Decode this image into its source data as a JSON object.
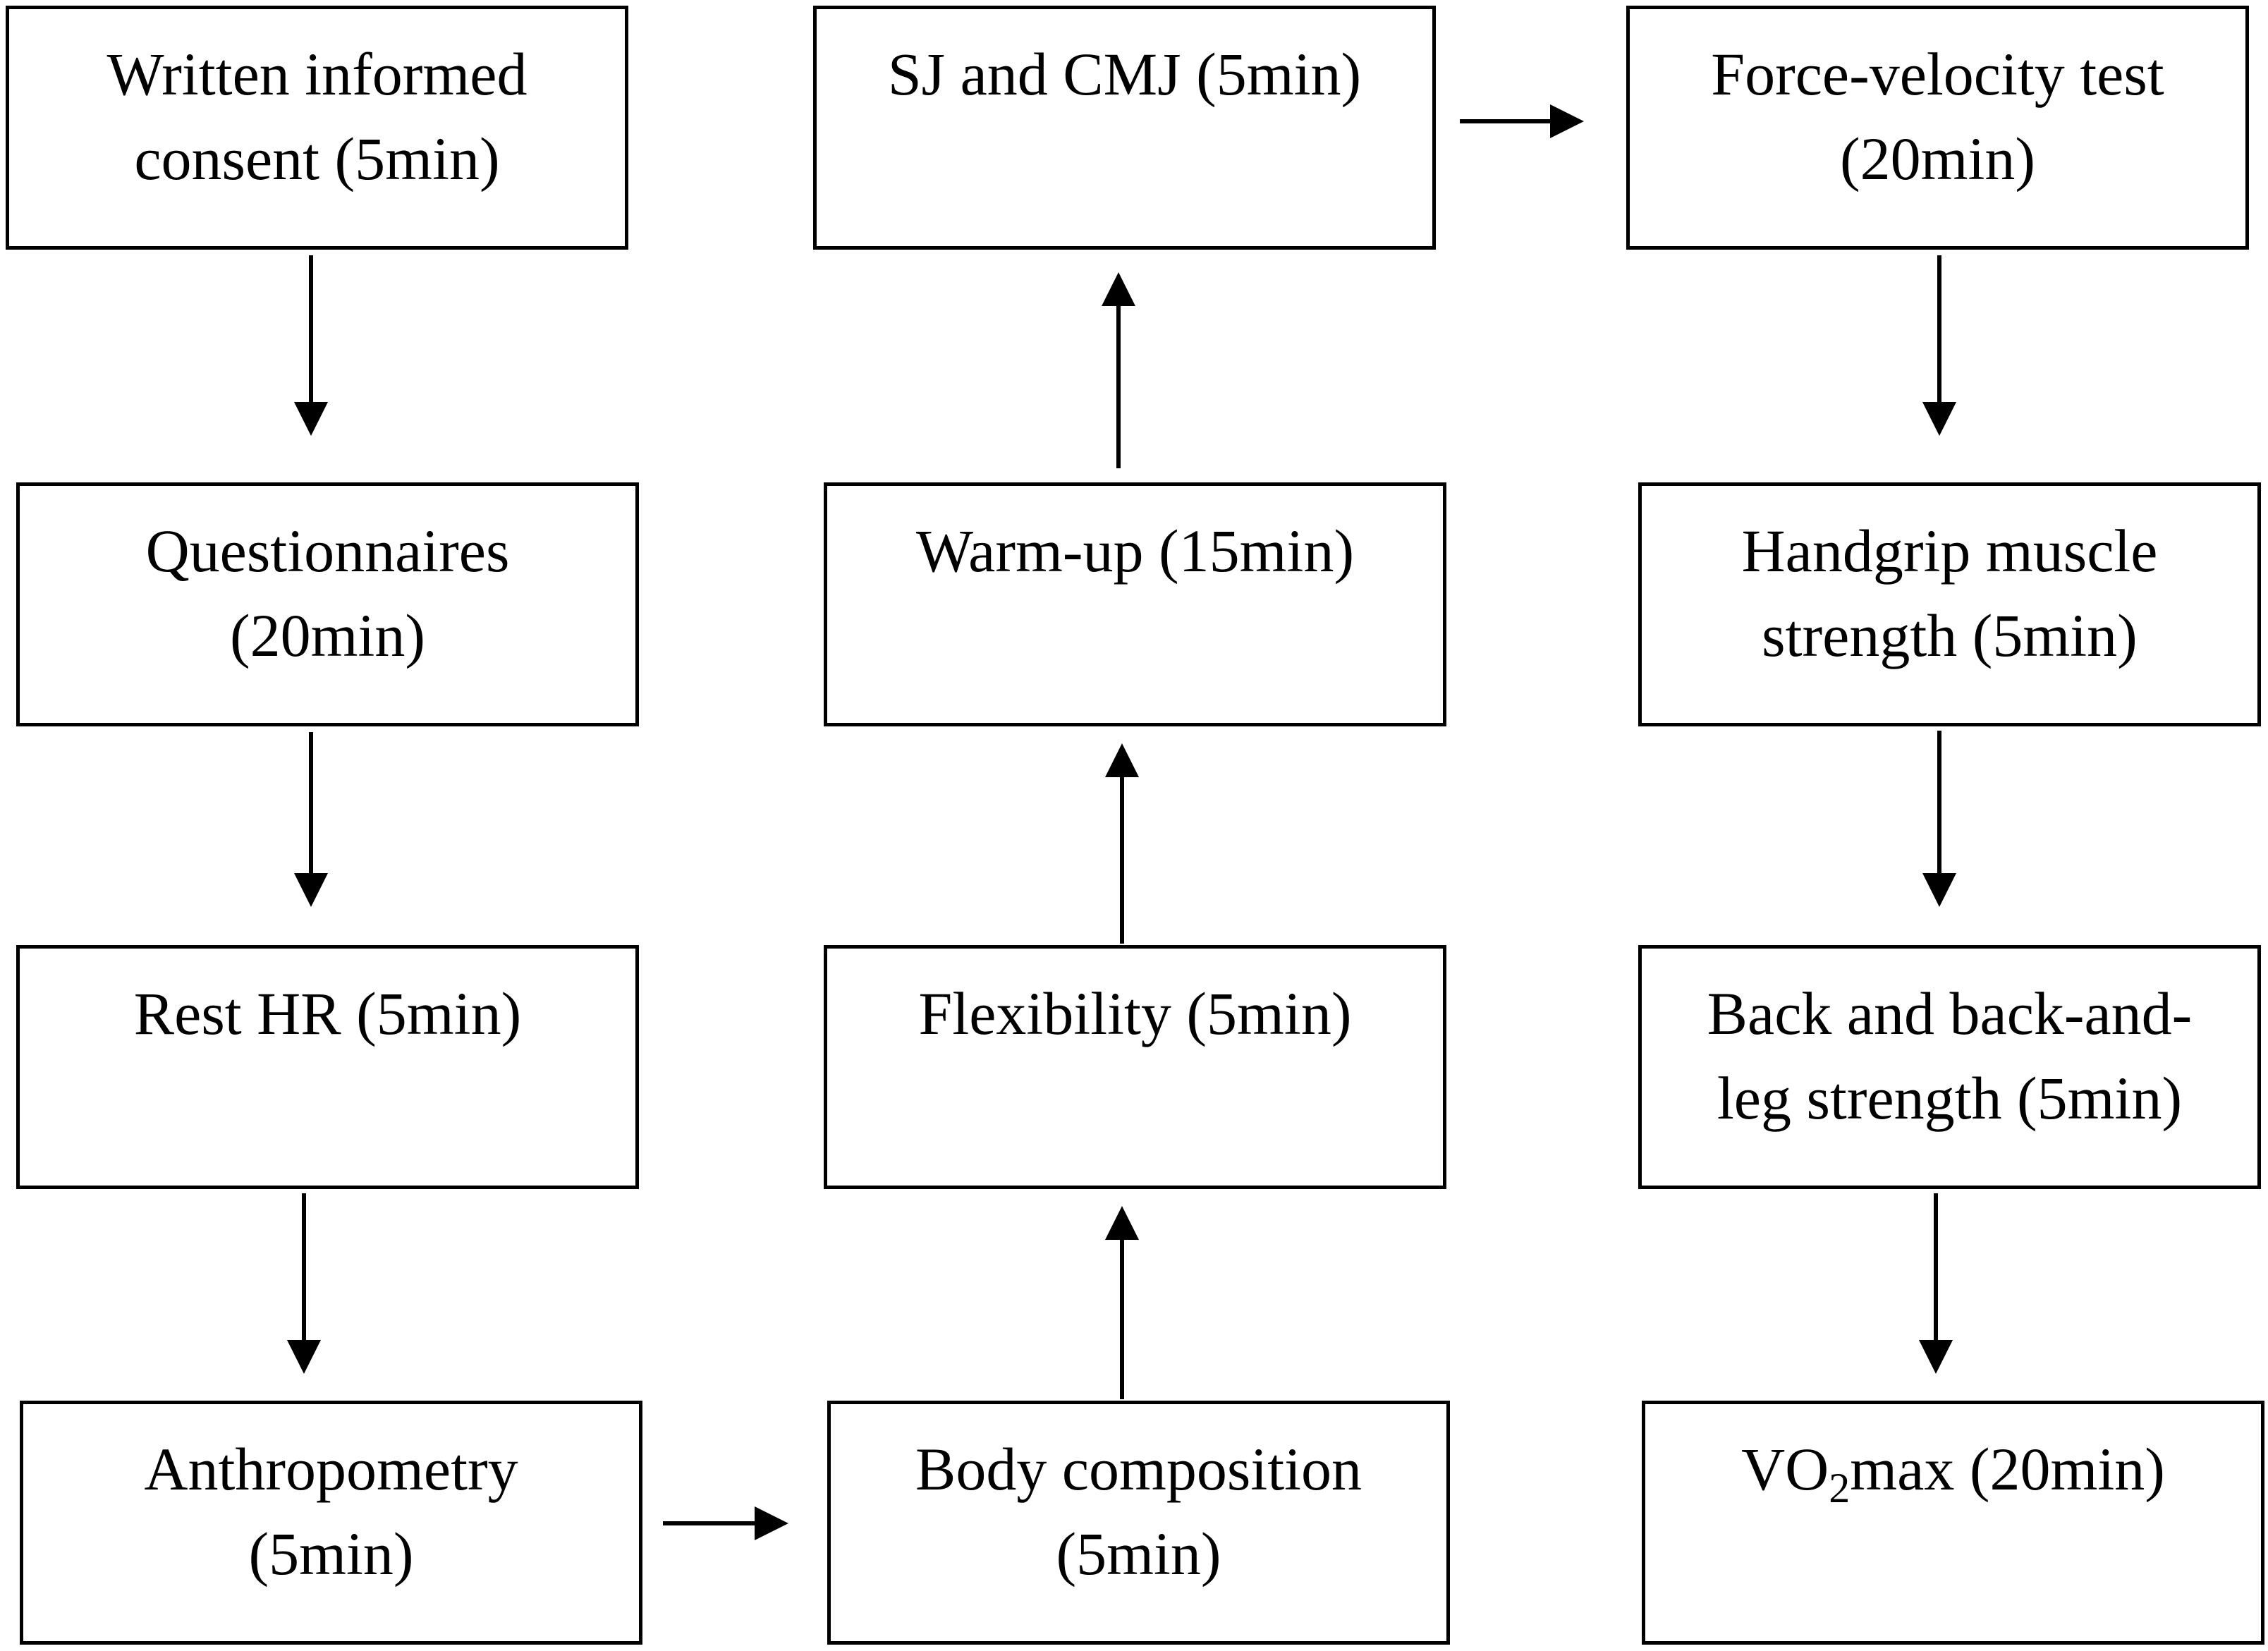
{
  "steps": {
    "consent": {
      "line1": "Written informed",
      "line2": "consent (5min)"
    },
    "questionnaires": {
      "line1": "Questionnaires",
      "line2": "(20min)"
    },
    "rest_hr": {
      "line1": "Rest HR (5min)"
    },
    "anthropometry": {
      "line1": "Anthropometry",
      "line2": "(5min)"
    },
    "body_comp": {
      "line1": "Body composition",
      "line2": "(5min)"
    },
    "flexibility": {
      "line1": "Flexibility (5min)"
    },
    "warmup": {
      "line1": "Warm-up (15min)"
    },
    "sj_cmj": {
      "line1": "SJ and CMJ (5min)"
    },
    "force_velocity": {
      "line1": "Force-velocity test",
      "line2": "(20min)"
    },
    "handgrip": {
      "line1": "Handgrip muscle",
      "line2": "strength (5min)"
    },
    "back_leg": {
      "line1": "Back and back-and-",
      "line2": "leg strength (5min)"
    },
    "vo2max": {
      "prefix": "VO",
      "sub": "2",
      "suffix": "max (20min)"
    }
  },
  "flow": [
    "consent",
    "questionnaires",
    "rest_hr",
    "anthropometry",
    "body_comp",
    "flexibility",
    "warmup",
    "sj_cmj",
    "force_velocity",
    "handgrip",
    "back_leg",
    "vo2max"
  ]
}
